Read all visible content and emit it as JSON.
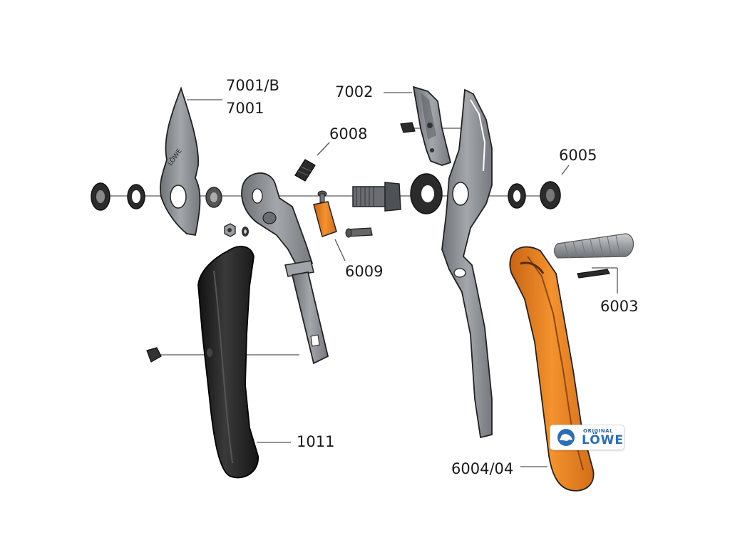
{
  "part_labels": {
    "blade_part": "7001/B",
    "blade_part_alt": "7001",
    "anvil_part": "7002",
    "pin_part": "6008",
    "nut_part": "6005",
    "lock_part": "6009",
    "spring_part": "6003",
    "handle_black_part": "1011",
    "handle_orange_part": "6004/04"
  },
  "logo": {
    "brand": "LÖWE",
    "tagline": "ORIGINAL"
  },
  "colors": {
    "metal": "#8e9296",
    "metal_dark": "#5e6266",
    "handle_black": "#1f1f1f",
    "handle_orange": "#e87d1e",
    "outline": "#222222",
    "logo_blue": "#2a6eb3"
  },
  "icons": [
    "lion-logo-icon"
  ]
}
